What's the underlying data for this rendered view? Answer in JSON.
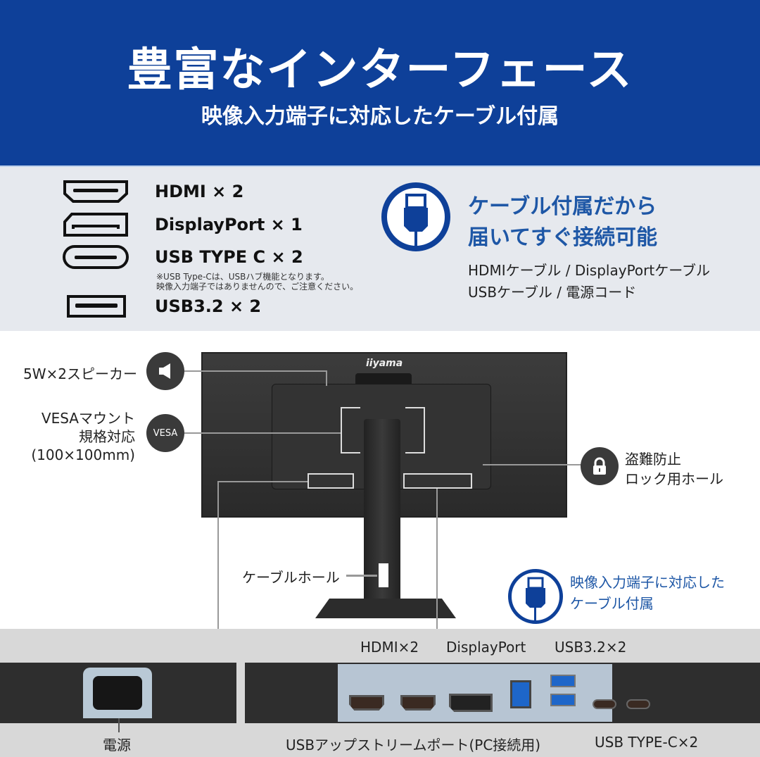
{
  "header": {
    "title": "豊富なインターフェース",
    "subtitle": "映像入力端子に対応したケーブル付属",
    "bg_color": "#0e4099"
  },
  "spec": {
    "ports": [
      {
        "icon": "hdmi-icon",
        "label": "HDMI × 2"
      },
      {
        "icon": "displayport-icon",
        "label": "DisplayPort × 1"
      },
      {
        "icon": "usb-type-c-icon",
        "label": "USB TYPE C × 2"
      },
      {
        "icon": "usb-a-icon",
        "label": "USB3.2 × 2"
      }
    ],
    "note_line1": "※USB Type-Cは、USBハブ機能となります。",
    "note_line2": "映像入力端子ではありませんので、ご注意ください。",
    "cable_heading_line1": "ケーブル付属だから",
    "cable_heading_line2": "届いてすぐ接続可能",
    "cable_list_line1": "HDMIケーブル / DisplayPortケーブル",
    "cable_list_line2": "USBケーブル / 電源コード",
    "accent_color": "#1e57a6"
  },
  "diagram": {
    "brand": "iiyama",
    "speaker_label": "5W×2スピーカー",
    "vesa_badge": "VESA",
    "vesa_line1": "VESAマウント",
    "vesa_line2": "規格対応",
    "vesa_line3": "(100×100mm)",
    "lock_line1": "盗難防止",
    "lock_line2": "ロック用ホール",
    "cable_hole": "ケーブルホール",
    "cable_badge_line1": "映像入力端子に対応した",
    "cable_badge_line2": "ケーブル付属"
  },
  "bottom": {
    "power": "電源",
    "hdmi": "HDMI×2",
    "displayport": "DisplayPort",
    "usb32": "USB3.2×2",
    "usb_upstream": "USBアップストリームポート(PC接続用)",
    "usb_c": "USB TYPE-C×2"
  }
}
